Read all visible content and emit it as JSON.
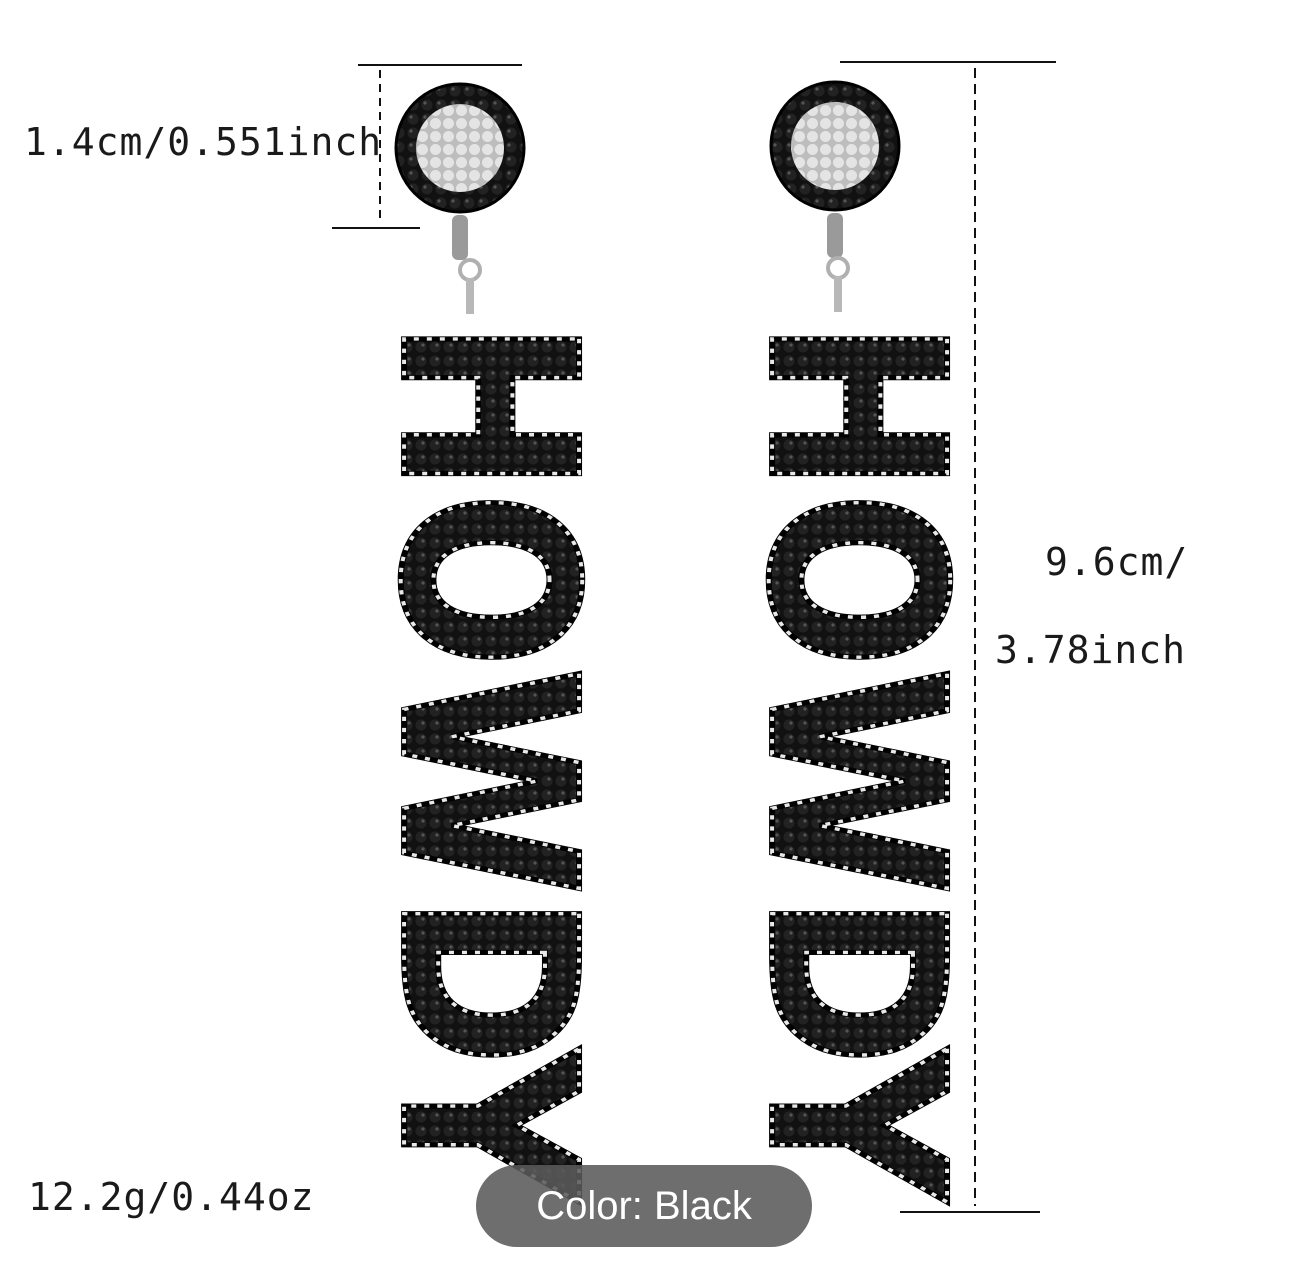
{
  "dimensions": {
    "stud": "1.4cm/0.551inch",
    "length_line1": "9.6cm/",
    "length_line2": "3.78inch",
    "weight": "12.2g/0.44oz"
  },
  "badge": {
    "label": "Color: Black"
  },
  "earring": {
    "text": "HOWDY"
  },
  "colors": {
    "bead_black": "#111111",
    "rhinestone": "#e8e8e8",
    "stud_white": "#d9d9d9",
    "badge_bg": "#5a5a5a"
  }
}
